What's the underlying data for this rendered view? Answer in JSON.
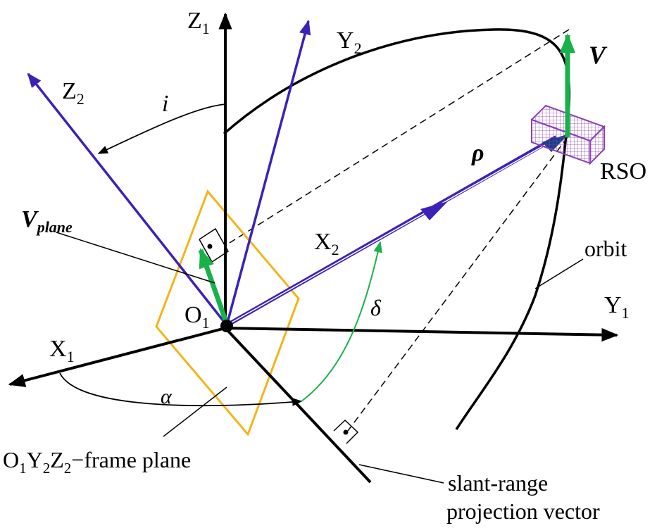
{
  "colors": {
    "axis": "#000000",
    "frame2": "#3a22b8",
    "green": "#19b24a",
    "plane": "#f4b41a",
    "rso": "#8a3fb5",
    "rho": "#1d3f86"
  },
  "labels": {
    "z1": {
      "main": "Z",
      "sub": "1"
    },
    "y2": {
      "main": "Y",
      "sub": "2"
    },
    "z2": {
      "main": "Z",
      "sub": "2"
    },
    "x2": {
      "main": "X",
      "sub": "2"
    },
    "y1": {
      "main": "Y",
      "sub": "1"
    },
    "x1": {
      "main": "X",
      "sub": "1"
    },
    "o1": {
      "main": "O",
      "sub": "1"
    },
    "v": "V",
    "v_plane": {
      "main": "V",
      "sub": "plane"
    },
    "i": "i",
    "rho": "ρ",
    "delta": "δ",
    "alpha": "α",
    "rso": "RSO",
    "orbit": "orbit",
    "frame_plane": {
      "p1": "O",
      "s1": "1",
      "p2": "Y",
      "s2": "2",
      "p3": "Z",
      "s3": "2",
      "tail": "−frame plane"
    },
    "slant_line1": "slant-range",
    "slant_line2": "projection vector"
  }
}
